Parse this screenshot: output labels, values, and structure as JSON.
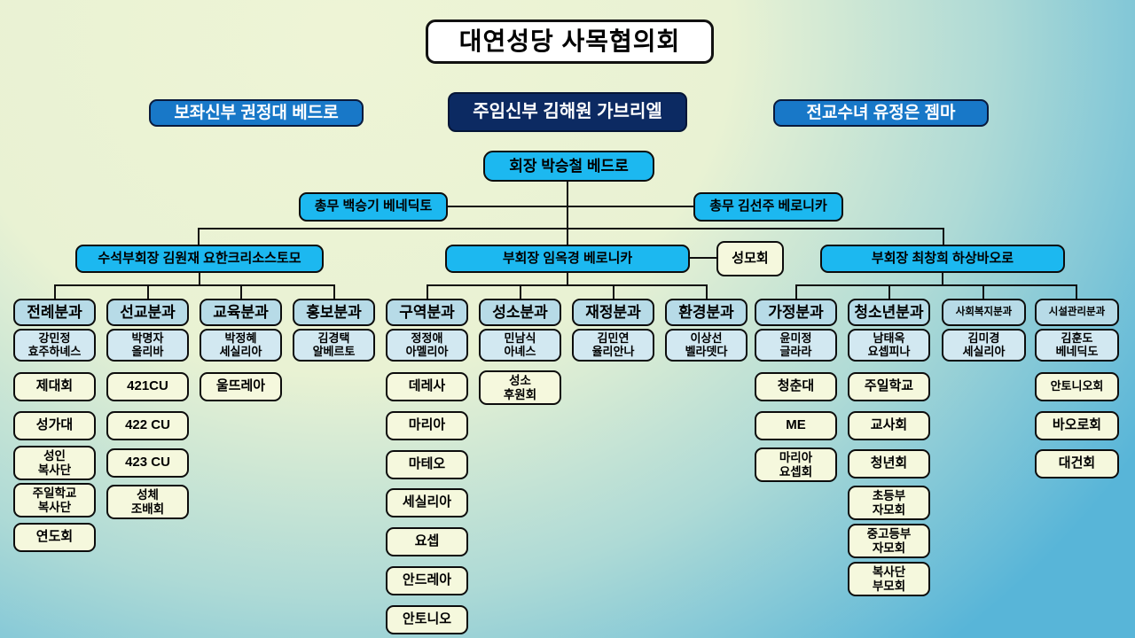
{
  "title": "대연성당 사목협의회",
  "leadership": {
    "assistant_priest": "보좌신부  권정대 베드로",
    "pastor": "주임신부  김해원 가브리엘",
    "missionary_sister": "전교수녀  유정은 젬마",
    "president": "회장 박승철 베드로",
    "secretary_left": "총무 백승기 베네딕토",
    "secretary_right": "총무 김선주 베로니카",
    "senior_vice_president": "수석부회장 김원재 요한크리소스토모",
    "vice_president_center": "부회장 임옥경 베로니카",
    "vice_president_right": "부회장 최창희 하상바오로",
    "mothers_society": "성모회"
  },
  "departments": [
    {
      "name": "전례분과",
      "head": "강민정\n효주하녜스",
      "items": [
        "제대회",
        "성가대",
        "성인\n복사단",
        "주일학교\n복사단",
        "연도회"
      ]
    },
    {
      "name": "선교분과",
      "head": "박명자\n올리바",
      "items": [
        "421CU",
        "422 CU",
        "423 CU",
        "성체\n조배회"
      ]
    },
    {
      "name": "교육분과",
      "head": "박정혜\n세실리아",
      "items": [
        "울뜨레아"
      ]
    },
    {
      "name": "홍보분과",
      "head": "김경택\n알베르토",
      "items": []
    },
    {
      "name": "구역분과",
      "head": "정정애\n아멜리아",
      "items": [
        "데레사",
        "마리아",
        "마테오",
        "세실리아",
        "요셉",
        "안드레아",
        "안토니오"
      ]
    },
    {
      "name": "성소분과",
      "head": "민남식\n아녜스",
      "items": [
        "성소\n후원회"
      ]
    },
    {
      "name": "재정분과",
      "head": "김민연\n율리안나",
      "items": []
    },
    {
      "name": "환경분과",
      "head": "이상선\n벨라뎃다",
      "items": []
    },
    {
      "name": "가정분과",
      "head": "윤미정\n글라라",
      "items": [
        "청춘대",
        "ME",
        "마리아\n요셉회"
      ]
    },
    {
      "name": "청소년분과",
      "head": "남태옥\n요셉피나",
      "items": [
        "주일학교",
        "교사회",
        "청년회",
        "초등부\n자모회",
        "중고등부\n자모회",
        "복사단\n부모회"
      ]
    },
    {
      "name": "사회복지분과",
      "head": "김미경\n세실리아",
      "items": []
    },
    {
      "name": "시설관리분과",
      "head": "김훈도\n베네딕도",
      "items": [
        "안토니오회",
        "바오로회",
        "대건회"
      ]
    }
  ],
  "colors": {
    "background_pale": "#edf4d6",
    "background_blue": "#58b5d8",
    "cyan_box": "#1cb8f0",
    "blue_box": "#1878c8",
    "navy_box": "#0c2a62",
    "dept_header_box": "#b7dbe7",
    "dept_head_name_box": "#d2e8f1",
    "item_box": "#f5f8dd",
    "line": "#101010"
  }
}
